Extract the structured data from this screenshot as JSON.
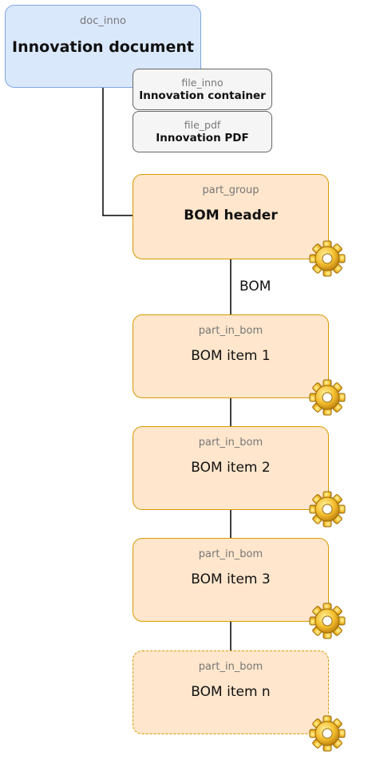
{
  "document": {
    "type": "doc_inno",
    "label": "Innovation document",
    "color": "#dae8fc"
  },
  "files": [
    {
      "type": "file_inno",
      "label": "Innovation container"
    },
    {
      "type": "file_pdf",
      "label": "Innovation PDF"
    }
  ],
  "bom_header": {
    "type": "part_group",
    "label": "BOM header",
    "color": "#ffe6cc"
  },
  "edge_label": "BOM",
  "bom_items": [
    {
      "type": "part_in_bom",
      "label": "BOM item 1"
    },
    {
      "type": "part_in_bom",
      "label": "BOM item 2"
    },
    {
      "type": "part_in_bom",
      "label": "BOM item 3"
    },
    {
      "type": "part_in_bom",
      "label": "BOM item n",
      "style": "dashed"
    }
  ],
  "icons": {
    "part": "gear-icon"
  }
}
